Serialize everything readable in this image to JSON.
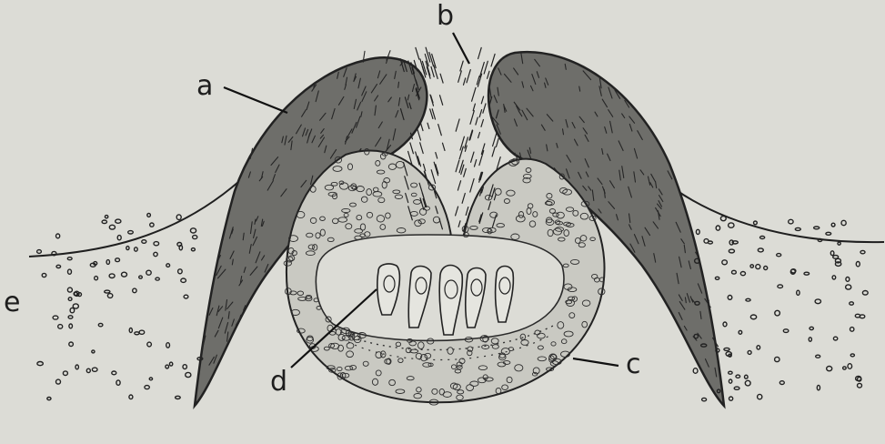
{
  "labels": {
    "a": "a",
    "b": "b",
    "c": "c",
    "d": "d",
    "e": "e"
  },
  "colors": {
    "paper": "#dcdcd6",
    "ink": "#262626",
    "hatch": "#3a3a3a"
  }
}
